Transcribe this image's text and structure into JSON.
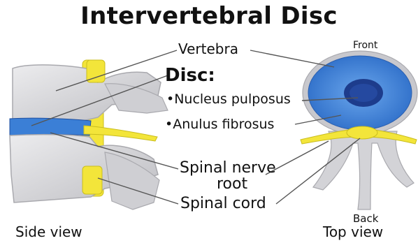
{
  "title": "Intervertebral Disc",
  "labels": {
    "vertebra": "Vertebra",
    "disc_heading": "Disc:",
    "nucleus": "•Nucleus pulposus",
    "anulus": "•Anulus fibrosus",
    "nerve_root_line1": "Spinal nerve",
    "nerve_root_line2": "root",
    "spinal_cord": "Spinal cord",
    "front": "Front",
    "back": "Back",
    "side_view": "Side view",
    "top_view": "Top view"
  },
  "colors": {
    "bone": "#d9d9dc",
    "bone_shadow": "#a9a9ae",
    "disc_blue": "#3b7fd6",
    "nucleus_navy": "#1d3c8c",
    "nerve_yellow": "#f3e53a",
    "leader_line": "#555555"
  }
}
